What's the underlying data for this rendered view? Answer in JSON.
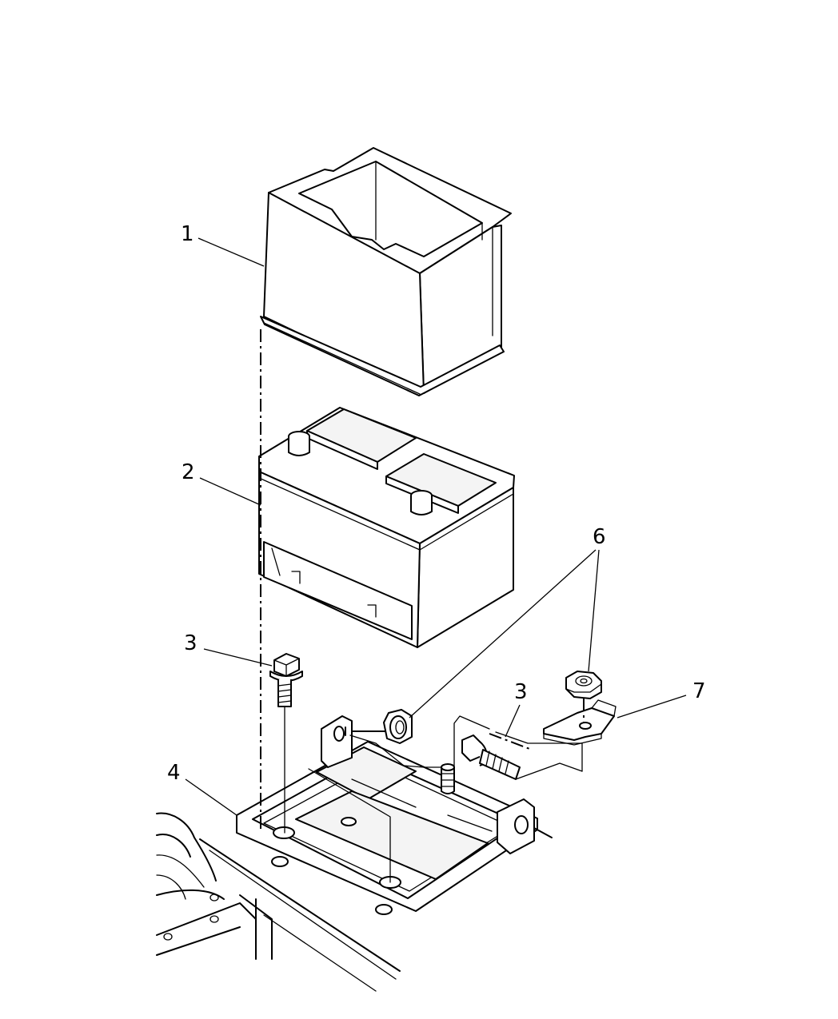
{
  "callouts": [
    {
      "id": "c1",
      "text": "1"
    },
    {
      "id": "c2",
      "text": "2"
    },
    {
      "id": "c3a",
      "text": "3"
    },
    {
      "id": "c3b",
      "text": "3"
    },
    {
      "id": "c4",
      "text": "4"
    },
    {
      "id": "c6",
      "text": "6"
    },
    {
      "id": "c7",
      "text": "7"
    }
  ],
  "colors": {
    "line": "#000000",
    "background": "#ffffff"
  }
}
